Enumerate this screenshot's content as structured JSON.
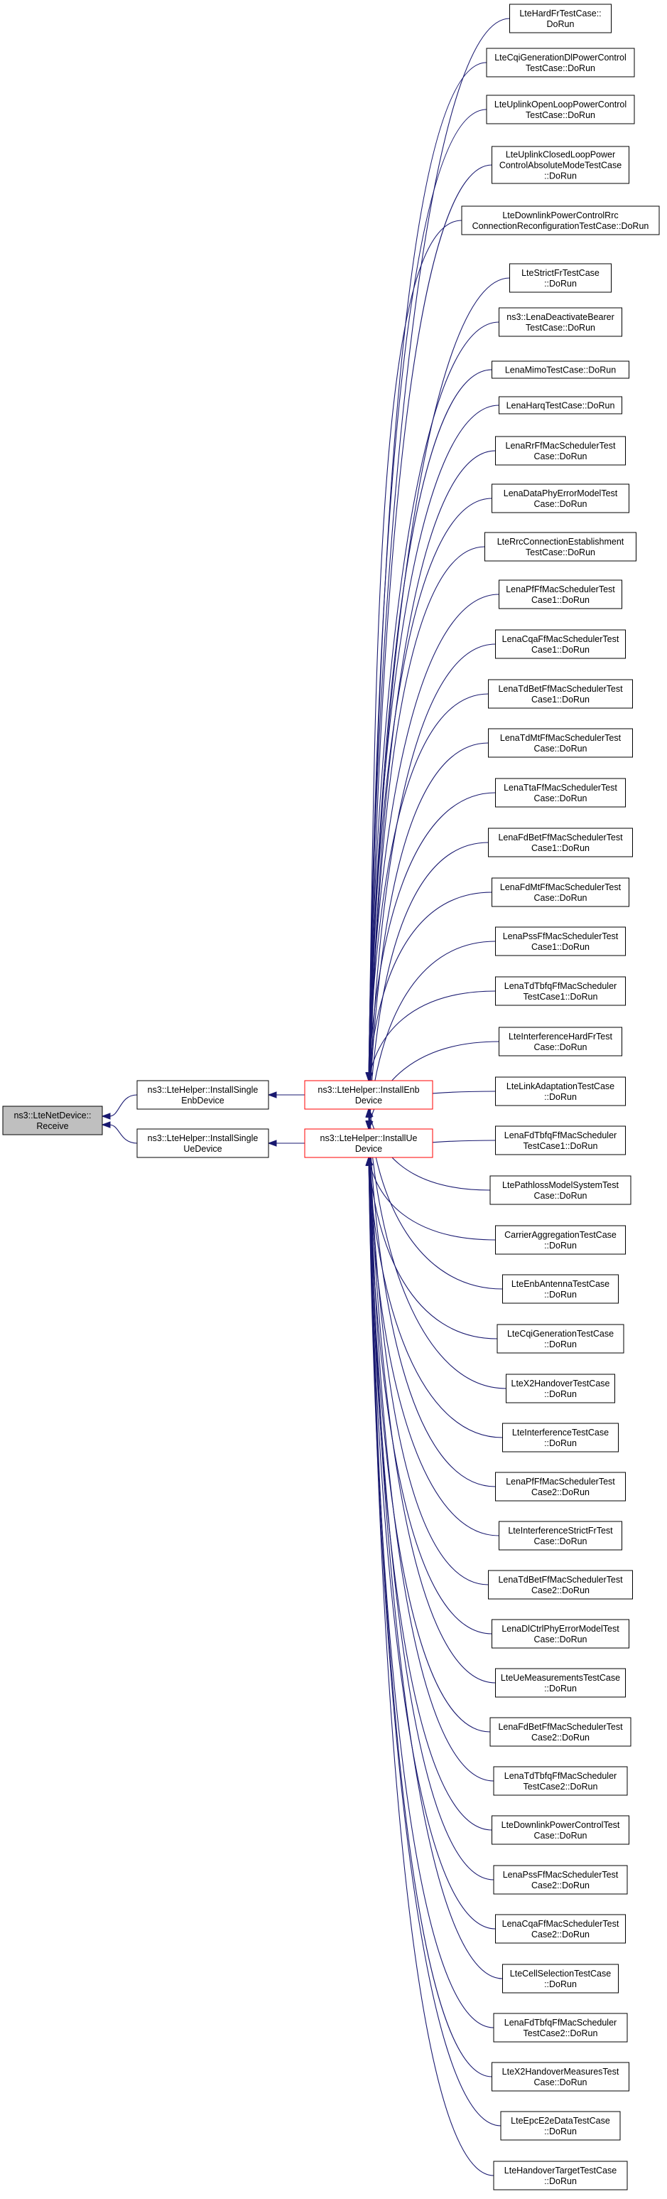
{
  "graph": {
    "edge_color": "#191970",
    "root_fill": "#bfbfbf",
    "highlight_border": "#ff0000",
    "root": {
      "lines": [
        "ns3::LteNetDevice::",
        "Receive"
      ]
    },
    "helpers": [
      {
        "id": "h_enb",
        "lines": [
          "ns3::LteHelper::InstallSingle",
          "EnbDevice"
        ]
      },
      {
        "id": "h_ue",
        "lines": [
          "ns3::LteHelper::InstallSingle",
          "UeDevice"
        ]
      }
    ],
    "installers": [
      {
        "id": "i_enb",
        "lines": [
          "ns3::LteHelper::InstallEnb",
          "Device"
        ]
      },
      {
        "id": "i_ue",
        "lines": [
          "ns3::LteHelper::InstallUe",
          "Device"
        ]
      }
    ],
    "callers": [
      {
        "lines": [
          "LteHardFrTestCase::",
          "DoRun"
        ]
      },
      {
        "lines": [
          "LteCqiGenerationDlPowerControl",
          "TestCase::DoRun"
        ]
      },
      {
        "lines": [
          "LteUplinkOpenLoopPowerControl",
          "TestCase::DoRun"
        ]
      },
      {
        "lines": [
          "LteUplinkClosedLoopPower",
          "ControlAbsoluteModeTestCase",
          "::DoRun"
        ]
      },
      {
        "lines": [
          "LteDownlinkPowerControlRrc",
          "ConnectionReconfigurationTestCase::DoRun"
        ]
      },
      {
        "lines": [
          "LteStrictFrTestCase",
          "::DoRun"
        ]
      },
      {
        "lines": [
          "ns3::LenaDeactivateBearer",
          "TestCase::DoRun"
        ]
      },
      {
        "lines": [
          "LenaMimoTestCase::DoRun"
        ]
      },
      {
        "lines": [
          "LenaHarqTestCase::DoRun"
        ]
      },
      {
        "lines": [
          "LenaRrFfMacSchedulerTest",
          "Case::DoRun"
        ]
      },
      {
        "lines": [
          "LenaDataPhyErrorModelTest",
          "Case::DoRun"
        ]
      },
      {
        "lines": [
          "LteRrcConnectionEstablishment",
          "TestCase::DoRun"
        ]
      },
      {
        "lines": [
          "LenaPfFfMacSchedulerTest",
          "Case1::DoRun"
        ]
      },
      {
        "lines": [
          "LenaCqaFfMacSchedulerTest",
          "Case1::DoRun"
        ]
      },
      {
        "lines": [
          "LenaTdBetFfMacSchedulerTest",
          "Case1::DoRun"
        ]
      },
      {
        "lines": [
          "LenaTdMtFfMacSchedulerTest",
          "Case::DoRun"
        ]
      },
      {
        "lines": [
          "LenaTtaFfMacSchedulerTest",
          "Case::DoRun"
        ]
      },
      {
        "lines": [
          "LenaFdBetFfMacSchedulerTest",
          "Case1::DoRun"
        ]
      },
      {
        "lines": [
          "LenaFdMtFfMacSchedulerTest",
          "Case::DoRun"
        ]
      },
      {
        "lines": [
          "LenaPssFfMacSchedulerTest",
          "Case1::DoRun"
        ]
      },
      {
        "lines": [
          "LenaTdTbfqFfMacScheduler",
          "TestCase1::DoRun"
        ]
      },
      {
        "lines": [
          "LteInterferenceHardFrTest",
          "Case::DoRun"
        ]
      },
      {
        "lines": [
          "LteLinkAdaptationTestCase",
          "::DoRun"
        ]
      },
      {
        "lines": [
          "LenaFdTbfqFfMacScheduler",
          "TestCase1::DoRun"
        ]
      },
      {
        "lines": [
          "LtePathlossModelSystemTest",
          "Case::DoRun"
        ]
      },
      {
        "lines": [
          "CarrierAggregationTestCase",
          "::DoRun"
        ]
      },
      {
        "lines": [
          "LteEnbAntennaTestCase",
          "::DoRun"
        ]
      },
      {
        "lines": [
          "LteCqiGenerationTestCase",
          "::DoRun"
        ]
      },
      {
        "lines": [
          "LteX2HandoverTestCase",
          "::DoRun"
        ]
      },
      {
        "lines": [
          "LteInterferenceTestCase",
          "::DoRun"
        ]
      },
      {
        "lines": [
          "LenaPfFfMacSchedulerTest",
          "Case2::DoRun"
        ]
      },
      {
        "lines": [
          "LteInterferenceStrictFrTest",
          "Case::DoRun"
        ]
      },
      {
        "lines": [
          "LenaTdBetFfMacSchedulerTest",
          "Case2::DoRun"
        ]
      },
      {
        "lines": [
          "LenaDlCtrlPhyErrorModelTest",
          "Case::DoRun"
        ]
      },
      {
        "lines": [
          "LteUeMeasurementsTestCase",
          "::DoRun"
        ]
      },
      {
        "lines": [
          "LenaFdBetFfMacSchedulerTest",
          "Case2::DoRun"
        ]
      },
      {
        "lines": [
          "LenaTdTbfqFfMacScheduler",
          "TestCase2::DoRun"
        ]
      },
      {
        "lines": [
          "LteDownlinkPowerControlTest",
          "Case::DoRun"
        ]
      },
      {
        "lines": [
          "LenaPssFfMacSchedulerTest",
          "Case2::DoRun"
        ]
      },
      {
        "lines": [
          "LenaCqaFfMacSchedulerTest",
          "Case2::DoRun"
        ]
      },
      {
        "lines": [
          "LteCellSelectionTestCase",
          "::DoRun"
        ]
      },
      {
        "lines": [
          "LenaFdTbfqFfMacScheduler",
          "TestCase2::DoRun"
        ]
      },
      {
        "lines": [
          "LteX2HandoverMeasuresTest",
          "Case::DoRun"
        ]
      },
      {
        "lines": [
          "LteEpcE2eDataTestCase",
          "::DoRun"
        ]
      },
      {
        "lines": [
          "LteHandoverTargetTestCase",
          "::DoRun"
        ]
      }
    ]
  }
}
